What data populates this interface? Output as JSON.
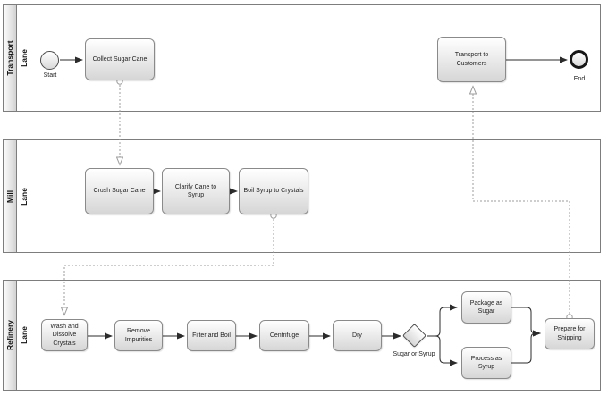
{
  "pools": [
    {
      "name": "Transport",
      "lane": "Lane"
    },
    {
      "name": "Mill",
      "lane": "Lane"
    },
    {
      "name": "Refinery",
      "lane": "Lane"
    }
  ],
  "events": {
    "start": "Start",
    "end": "End"
  },
  "tasks": {
    "collect": "Collect Sugar Cane",
    "transport": "Transport to Customers",
    "crush": "Crush Sugar Cane",
    "clarify": "Clarify Cane to Syrup",
    "boil": "Boil Syrup to Crystals",
    "wash": "Wash and Dissolve Crystals",
    "remove": "Remove Impurities",
    "filter": "Filter and Boil",
    "centrifuge": "Centrifuge",
    "dry": "Dry",
    "package": "Package as Sugar",
    "process": "Process as Syrup",
    "prepare": "Prepare for Shipping"
  },
  "gateway": {
    "label": "Sugar or Syrup"
  },
  "colors": {
    "task_border": "#8a8a8a",
    "pool_border": "#7d7d7d",
    "sequence_flow": "#2b2b2b",
    "message_flow": "#9e9e9e",
    "shape_gradient_bottom": "#d6d6d6"
  }
}
